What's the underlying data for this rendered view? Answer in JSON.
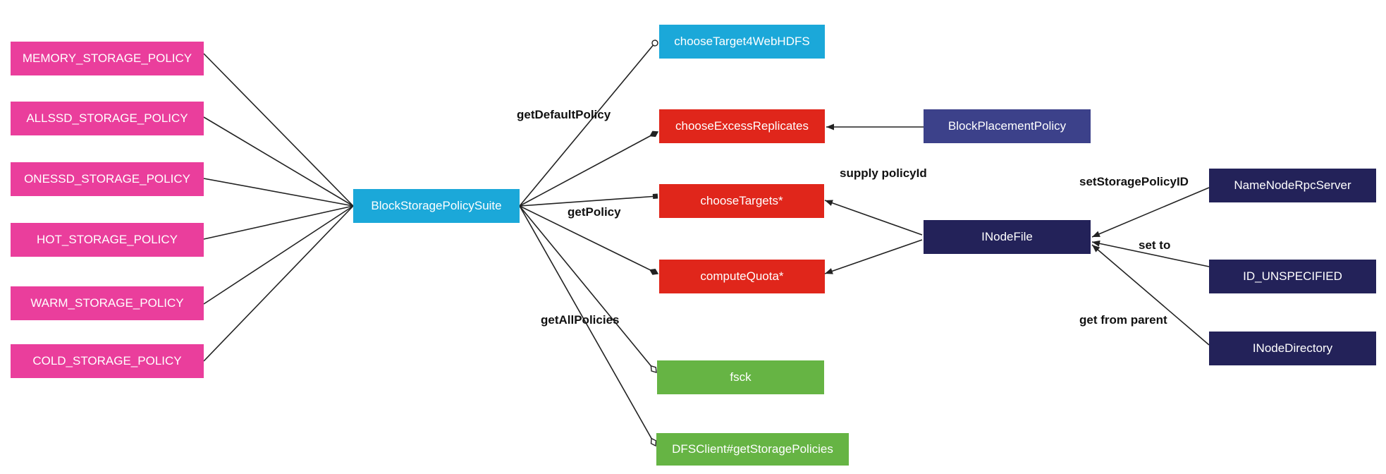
{
  "colors": {
    "pink": "#ea3e9c",
    "blue": "#1ba8d9",
    "red": "#e0261b",
    "green": "#66b444",
    "indigo": "#3c418a",
    "navy": "#232259",
    "line": "#222222"
  },
  "nodes": {
    "memory": "MEMORY_STORAGE_POLICY",
    "allssd": "ALLSSD_STORAGE_POLICY",
    "onessd": "ONESSD_STORAGE_POLICY",
    "hot": "HOT_STORAGE_POLICY",
    "warm": "WARM_STORAGE_POLICY",
    "cold": "COLD_STORAGE_POLICY",
    "suite": "BlockStoragePolicySuite",
    "webhdfs": "chooseTarget4WebHDFS",
    "excess": "chooseExcessReplicates",
    "targets": "chooseTargets*",
    "quota": "computeQuota*",
    "fsck": "fsck",
    "dfsclient": "DFSClient#getStoragePolicies",
    "bpp": "BlockPlacementPolicy",
    "inodefile": "INodeFile",
    "nnrpc": "NameNodeRpcServer",
    "idunspec": "ID_UNSPECIFIED",
    "inodedir": "INodeDirectory"
  },
  "edge_labels": {
    "getdefault": "getDefaultPolicy",
    "getpolicy": "getPolicy",
    "getall": "getAllPolicies",
    "supply": "supply policyId",
    "setsp": "setStoragePolicyID",
    "setto": "set to",
    "getparent": "get from parent"
  }
}
